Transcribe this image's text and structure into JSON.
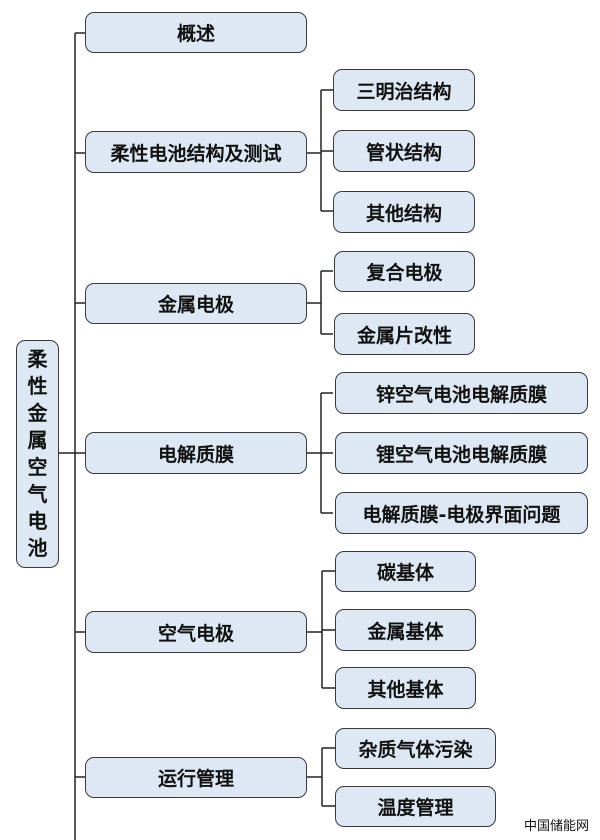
{
  "root": {
    "label": "柔性金属空气电池",
    "chars": [
      "柔",
      "性",
      "金",
      "属",
      "空",
      "气",
      "电",
      "池"
    ]
  },
  "branches": [
    {
      "label": "概述",
      "children": []
    },
    {
      "label": "柔性电池结构及测试",
      "children": [
        "三明治结构",
        "管状结构",
        "其他结构"
      ]
    },
    {
      "label": "金属电极",
      "children": [
        "复合电极",
        "金属片改性"
      ]
    },
    {
      "label": "电解质膜",
      "children": [
        "锌空气电池电解质膜",
        "锂空气电池电解质膜",
        "电解质膜-电极界面问题"
      ]
    },
    {
      "label": "空气电极",
      "children": [
        "碳基体",
        "金属基体",
        "其他基体"
      ]
    },
    {
      "label": "运行管理",
      "children": [
        "杂质气体污染",
        "温度管理"
      ]
    }
  ],
  "watermark": "中国储能网",
  "colors": {
    "node_fill": "#dde8f4",
    "border": "#3a3a3a",
    "line": "#222222"
  }
}
